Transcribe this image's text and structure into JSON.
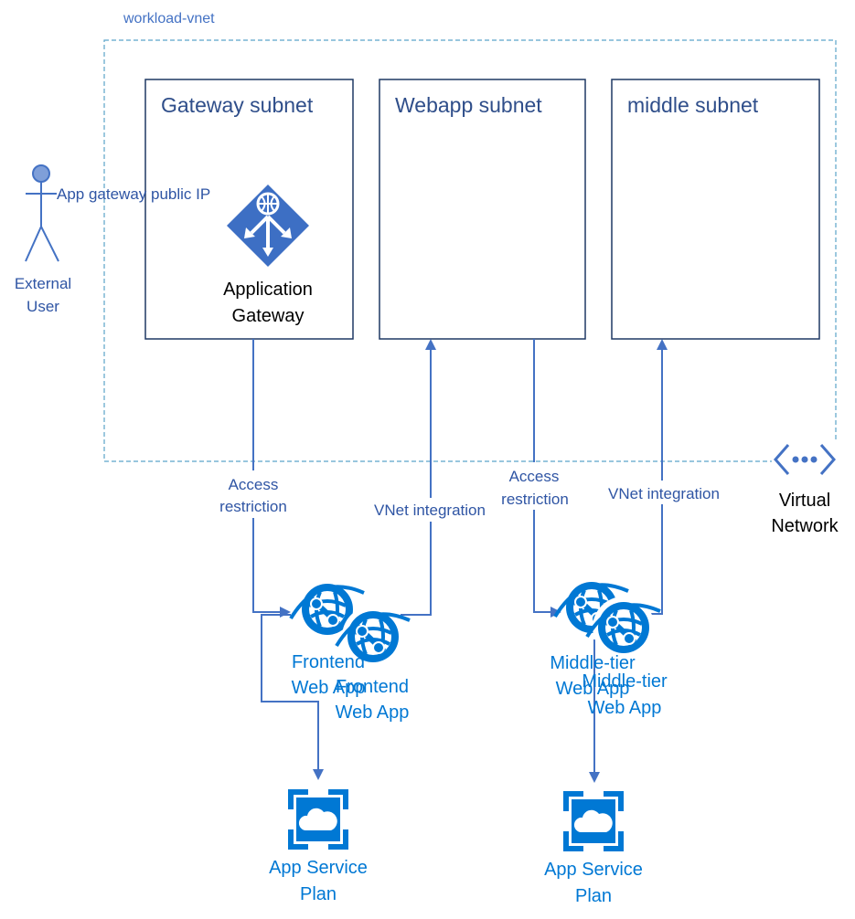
{
  "vnet": {
    "label": "workload-vnet"
  },
  "subnets": [
    {
      "title": "Gateway subnet"
    },
    {
      "title": "Webapp subnet"
    },
    {
      "title": "middle subnet"
    }
  ],
  "external_user": {
    "line1": "External",
    "line2": "User",
    "icon": "person-icon"
  },
  "public_ip_label": "App gateway public IP",
  "app_gateway": {
    "line1": "Application",
    "line2": "Gateway",
    "icon": "application-gateway-icon"
  },
  "connections": {
    "access_restriction_1": {
      "line1": "Access",
      "line2": "restriction"
    },
    "vnet_integration_1": "VNet integration",
    "access_restriction_2": {
      "line1": "Access",
      "line2": "restriction"
    },
    "vnet_integration_2": "VNet integration"
  },
  "virtual_network": {
    "line1": "Virtual",
    "line2": "Network",
    "icon": "virtual-network-icon"
  },
  "frontend_apps": [
    {
      "line1": "Frontend",
      "line2": "Web App",
      "icon": "web-app-icon"
    },
    {
      "line1": "Frontend",
      "line2": "Web App",
      "icon": "web-app-icon"
    }
  ],
  "middle_apps": [
    {
      "line1": "Middle-tier",
      "line2": "Web App",
      "icon": "web-app-icon"
    },
    {
      "line1": "Middle-tier",
      "line2": "Web App",
      "icon": "web-app-icon"
    }
  ],
  "app_service_plans": [
    {
      "line1": "App Service",
      "line2": "Plan",
      "icon": "app-service-plan-icon"
    },
    {
      "line1": "App Service",
      "line2": "Plan",
      "icon": "app-service-plan-icon"
    }
  ],
  "colors": {
    "line": "#4472c4",
    "text_blue": "#2f55a4",
    "azure_blue": "#0078d4",
    "vnet_border": "#5ba3c9",
    "box_border": "#1f3864"
  }
}
